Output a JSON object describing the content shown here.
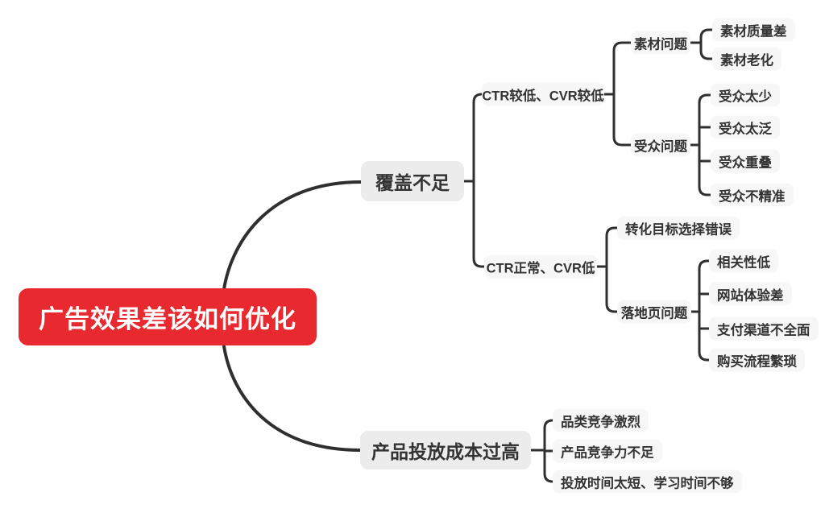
{
  "colors": {
    "root_bg": "#e8292f",
    "root_text": "#ffffff",
    "major_bg": "#ececec",
    "minor_bg": "#f7f7f7",
    "line": "#2f2f2f",
    "text": "#333333",
    "canvas_bg": "#ffffff"
  },
  "mindmap": {
    "root": "广告效果差该如何优化",
    "branches": [
      {
        "label": "覆盖不足",
        "children": [
          {
            "label": "CTR较低、CVR较低",
            "children": [
              {
                "label": "素材问题",
                "children": [
                  {
                    "label": "素材质量差"
                  },
                  {
                    "label": "素材老化"
                  }
                ]
              },
              {
                "label": "受众问题",
                "children": [
                  {
                    "label": "受众太少"
                  },
                  {
                    "label": "受众太泛"
                  },
                  {
                    "label": "受众重叠"
                  },
                  {
                    "label": "受众不精准"
                  }
                ]
              }
            ]
          },
          {
            "label": "CTR正常、CVR低",
            "children": [
              {
                "label": "转化目标选择错误"
              },
              {
                "label": "落地页问题",
                "children": [
                  {
                    "label": "相关性低"
                  },
                  {
                    "label": "网站体验差"
                  },
                  {
                    "label": "支付渠道不全面"
                  },
                  {
                    "label": "购买流程繁琐"
                  }
                ]
              }
            ]
          }
        ]
      },
      {
        "label": "产品投放成本过高",
        "children": [
          {
            "label": "品类竞争激烈"
          },
          {
            "label": "产品竞争力不足"
          },
          {
            "label": "投放时间太短、学习时间不够"
          }
        ]
      }
    ]
  }
}
